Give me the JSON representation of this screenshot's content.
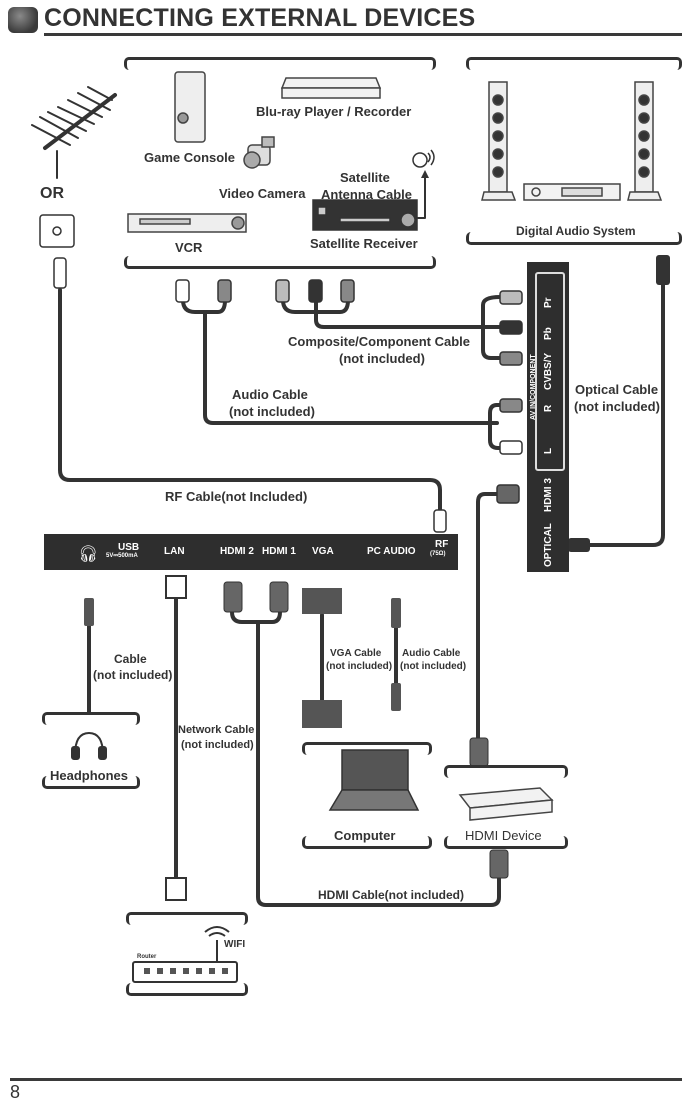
{
  "header": {
    "title": "CONNECTING EXTERNAL DEVICES"
  },
  "footer": {
    "page_number": "8"
  },
  "antenna": {
    "or_label": "OR"
  },
  "source_devices": {
    "blu_ray": "Blu-ray Player / Recorder",
    "game_console": "Game Console",
    "video_camera": "Video Camera",
    "satellite_antenna_cable": [
      "Satellite",
      "Antenna Cable"
    ],
    "vcr": "VCR",
    "satellite_receiver": "Satellite Receiver"
  },
  "audio_system": {
    "label": "Digital Audio System"
  },
  "cables": {
    "composite_component": [
      "Composite/Component Cable",
      "(not included)"
    ],
    "audio": [
      "Audio Cable",
      "(not included)"
    ],
    "optical": [
      "Optical Cable",
      "(not included)"
    ],
    "rf": "RF Cable(not Included)",
    "headphone": [
      "Cable",
      "(not included)"
    ],
    "network": [
      "Network Cable",
      "(not included)"
    ],
    "vga": [
      "VGA Cable",
      "(not included)"
    ],
    "pc_audio": [
      "Audio Cable",
      "(not included)"
    ],
    "hdmi": "HDMI Cable(not included)"
  },
  "side_panel": {
    "ports": [
      "Pr",
      "Pb",
      "CVBS/Y",
      "R",
      "L"
    ],
    "group_label": "AV IN/COMPONENT",
    "hdmi3": "HDMI 3",
    "optical": "OPTICAL"
  },
  "bottom_panel": {
    "usb": "USB",
    "usb_rating": "5V⎓500mA",
    "lan": "LAN",
    "hdmi2": "HDMI 2",
    "hdmi1": "HDMI 1",
    "vga": "VGA",
    "pc_audio": "PC AUDIO",
    "rf": "RF",
    "rf_ohm": "(75Ω)"
  },
  "targets": {
    "headphones": "Headphones",
    "computer": "Computer",
    "hdmi_device": "HDMI Device",
    "router": "Router",
    "wifi": "WIFI"
  }
}
